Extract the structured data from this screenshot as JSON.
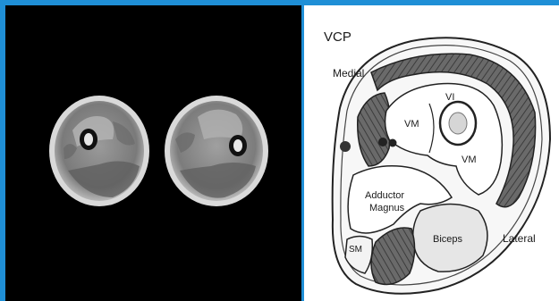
{
  "figure": {
    "mri_panel": {
      "background": "#000000"
    },
    "diagram": {
      "title": "VCP",
      "orientation": {
        "medial": "Medial",
        "lateral": "Lateral"
      },
      "muscles": {
        "vi": "VI",
        "vm_medial": "VM",
        "vm_lateral": "VM",
        "adductor_line1": "Adductor",
        "adductor_line2": "Magnus",
        "biceps": "Biceps",
        "sm": "SM"
      }
    },
    "colors": {
      "frame": "#1f8fd6",
      "muscle_fill": "#5c5c5c",
      "outline": "#222222",
      "biceps_fill": "#e8e8e8"
    }
  }
}
